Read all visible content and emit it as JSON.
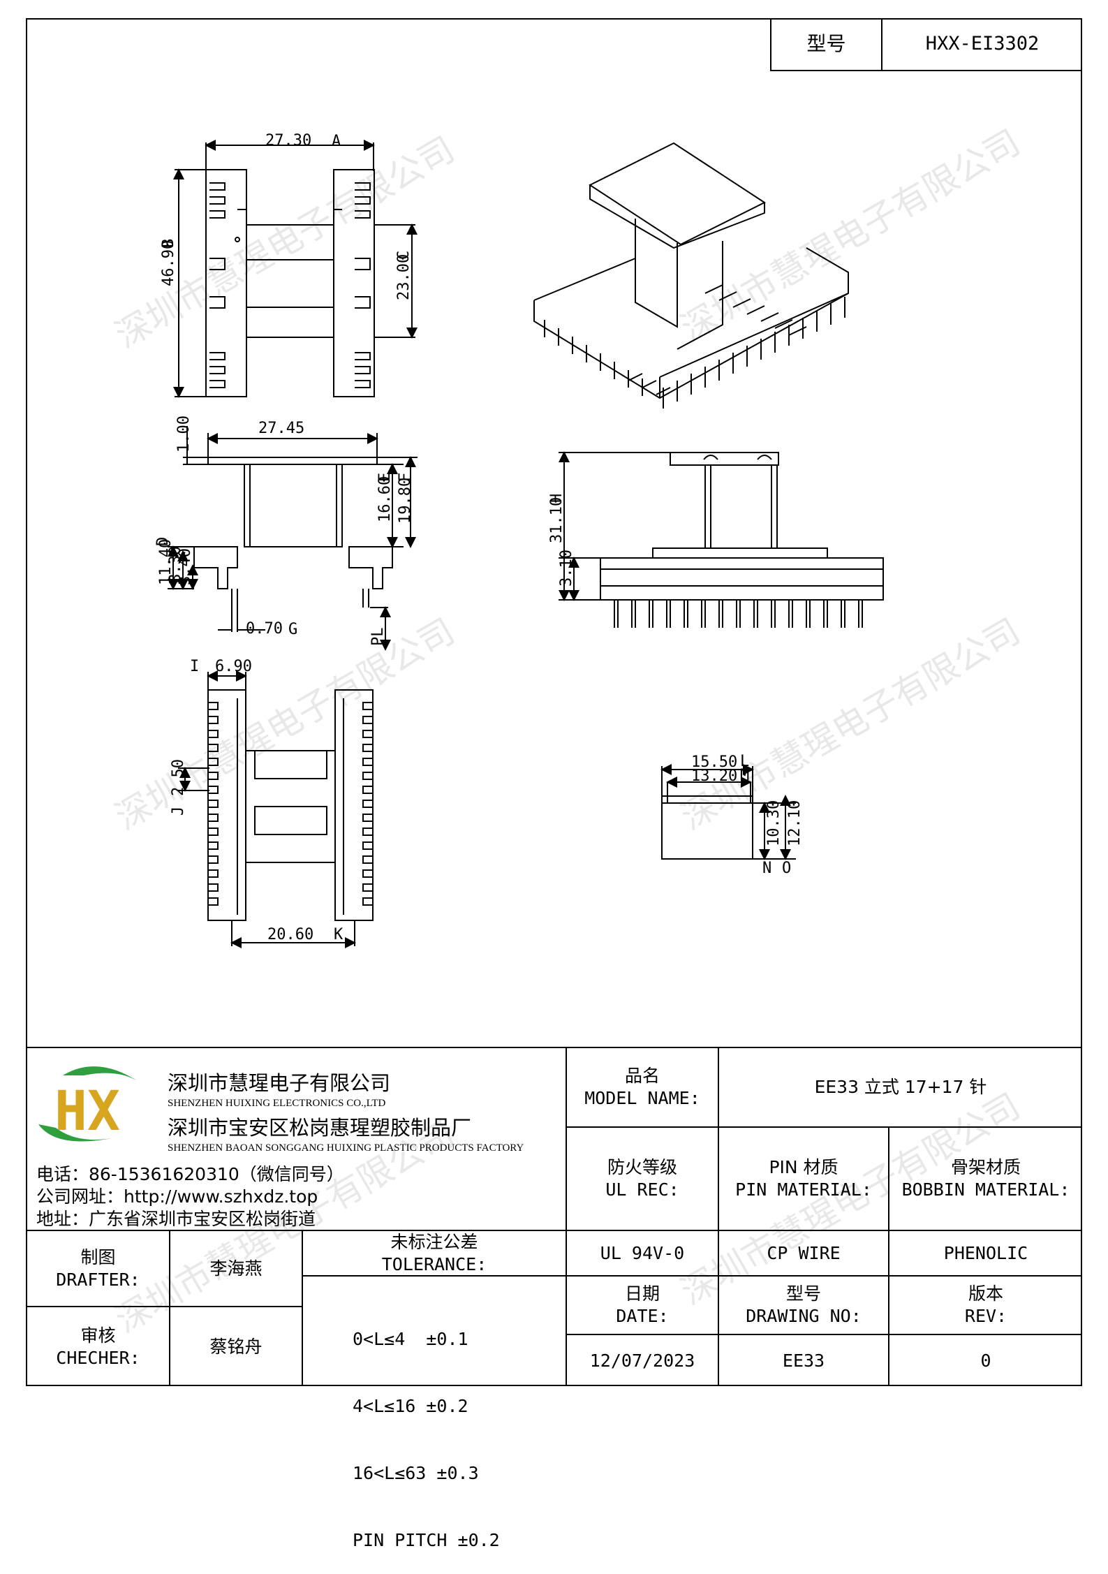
{
  "header": {
    "model_label": "型号",
    "model_value": "HXX-EI3302"
  },
  "watermark": "深圳市慧瑆电子有限公司",
  "dims": {
    "top_width": "27.30",
    "top_width_tag": "A",
    "top_height": "46.90",
    "top_height_tag": "B",
    "top_inner": "23.00",
    "top_inner_tag": "C",
    "side_width": "27.45",
    "side_flange": "1.00",
    "side_h1": "16.60",
    "side_h1_tag": "E",
    "side_h2": "19.80",
    "side_h2_tag": "F",
    "side_d": "11.40",
    "side_d_tag": "D",
    "side_830": "8.30",
    "side_340": "3.40",
    "side_pin": "0.70",
    "side_pin_tag": "G",
    "side_pl": "PL",
    "front_h": "31.10",
    "front_h_tag": "H",
    "front_base": "3.10",
    "bot_w": "6.90",
    "bot_w_tag": "I",
    "bot_pitch": "2.50",
    "bot_pitch_tag": "J",
    "bot_row": "20.60",
    "bot_row_tag": "K",
    "core_l": "15.50",
    "core_l_tag": "L",
    "core_m": "13.20",
    "core_m_tag": "M",
    "core_n": "10.30",
    "core_n_tag": "N",
    "core_o": "12.10",
    "core_o_tag": "O"
  },
  "company": {
    "logo_text": "HX",
    "name_cn": "深圳市慧瑆电子有限公司",
    "name_en": "SHENZHEN HUIXING ELECTRONICS CO.,LTD",
    "factory_cn": "深圳市宝安区松岗惠瑆塑胶制品厂",
    "factory_en": "SHENZHEN BAOAN SONGGANG HUIXING PLASTIC PRODUCTS FACTORY",
    "phone": "电话：86-15361620310（微信同号）",
    "web": "公司网址：http://www.szhxdz.top",
    "address": "地址：广东省深圳市宝安区松岗街道"
  },
  "table": {
    "model_name_cn": "品名",
    "model_name_en": "MODEL NAME:",
    "model_name_value": "EE33 立式 17+17 针",
    "ul_cn": "防火等级",
    "ul_en": "UL REC:",
    "pin_cn": "PIN 材质",
    "pin_en": "PIN MATERIAL:",
    "bobbin_cn": "骨架材质",
    "bobbin_en": "BOBBIN MATERIAL:",
    "ul_value": "UL 94V-0",
    "pin_value": "CP WIRE",
    "bobbin_value": "PHENOLIC",
    "drafter_cn": "制图",
    "drafter_en": "DRAFTER:",
    "drafter_name": "李海燕",
    "checker_cn": "审核",
    "checker_en": "CHECHER:",
    "checker_name": "蔡铭舟",
    "tol_cn": "未标注公差",
    "tol_en": "TOLERANCE:",
    "tol_1": "0<L≤4  ±0.1",
    "tol_2": "4<L≤16 ±0.2",
    "tol_3": "16<L≤63 ±0.3",
    "tol_4": "PIN PITCH ±0.2",
    "date_cn": "日期",
    "date_en": "DATE:",
    "dwg_cn": "型号",
    "dwg_en": "DRAWING NO:",
    "rev_cn": "版本",
    "rev_en": "REV:",
    "date_value": "12/07/2023",
    "dwg_value": "EE33",
    "rev_value": "0"
  }
}
